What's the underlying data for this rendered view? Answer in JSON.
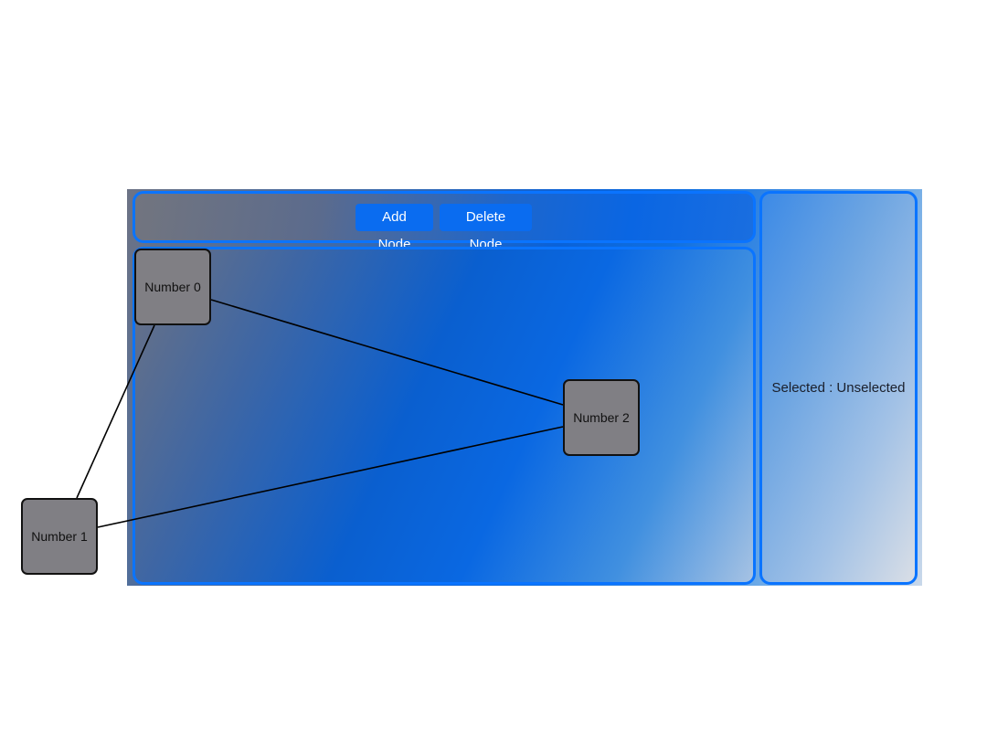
{
  "toolbar": {
    "add_node_label": "Add Node",
    "delete_node_label": "Delete Node"
  },
  "graph": {
    "nodes": [
      {
        "id": 0,
        "label": "Number 0"
      },
      {
        "id": 1,
        "label": "Number 1"
      },
      {
        "id": 2,
        "label": "Number 2"
      }
    ],
    "edges": [
      {
        "from": 0,
        "to": 1
      },
      {
        "from": 0,
        "to": 2
      },
      {
        "from": 1,
        "to": 2
      }
    ]
  },
  "sidebar": {
    "selected_text": "Selected : Unselected"
  },
  "colors": {
    "accent_border": "#0a74ff",
    "button_bg": "#0a6cf0",
    "node_fill": "#807f84",
    "edge_stroke": "#000000"
  }
}
